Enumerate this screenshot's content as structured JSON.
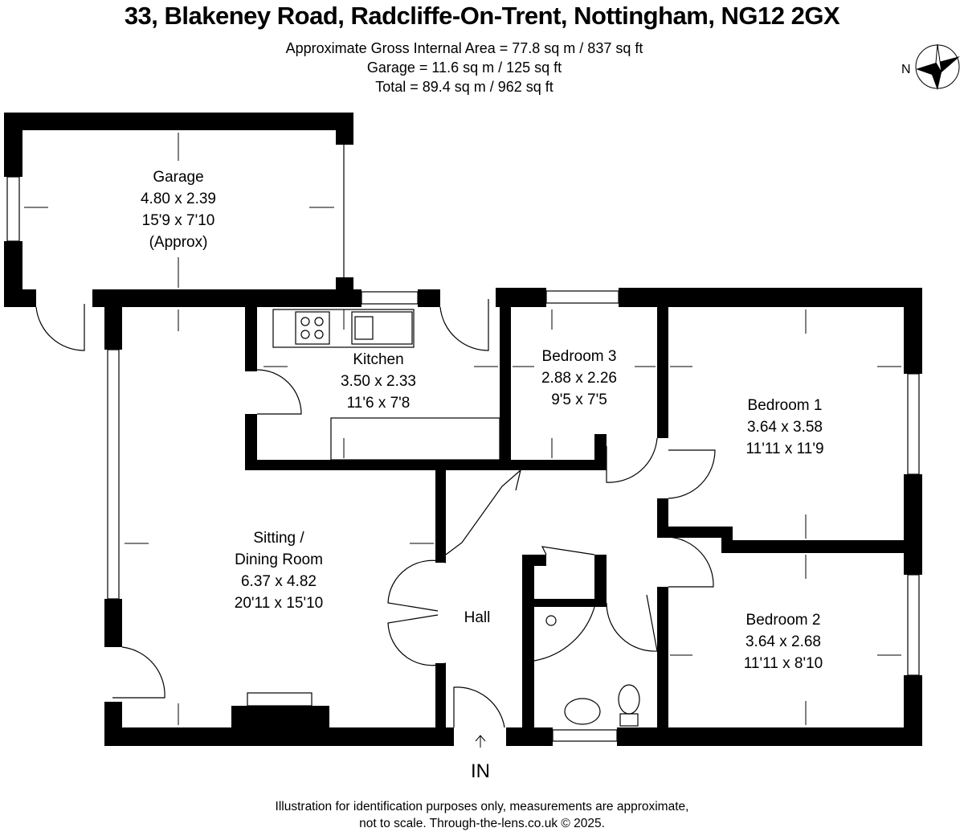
{
  "header": {
    "title": "33, Blakeney Road, Radcliffe-On-Trent, Nottingham, NG12 2GX",
    "areas": [
      "Approximate Gross Internal Area = 77.8 sq m / 837 sq ft",
      "Garage = 11.6 sq m / 125 sq ft",
      "Total = 89.4 sq m / 962 sq ft"
    ],
    "compass_label": "N"
  },
  "rooms": {
    "garage": {
      "name": "Garage",
      "metric": "4.80 x 2.39",
      "imperial": "15'9 x 7'10",
      "note": "(Approx)"
    },
    "kitchen": {
      "name": "Kitchen",
      "metric": "3.50 x 2.33",
      "imperial": "11'6 x 7'8"
    },
    "bedroom3": {
      "name": "Bedroom 3",
      "metric": "2.88 x 2.26",
      "imperial": "9'5 x 7'5"
    },
    "bedroom1": {
      "name": "Bedroom 1",
      "metric": "3.64 x 3.58",
      "imperial": "11'11 x 11'9"
    },
    "sitting": {
      "name1": "Sitting /",
      "name2": "Dining Room",
      "metric": "6.37 x 4.82",
      "imperial": "20'11 x 15'10"
    },
    "hall": {
      "name": "Hall"
    },
    "bedroom2": {
      "name": "Bedroom 2",
      "metric": "3.64 x 2.68",
      "imperial": "11'11 x 8'10"
    }
  },
  "entrance_label": "IN",
  "footer": {
    "line1": "Illustration for identification purposes only, measurements are approximate,",
    "line2": "not to scale. Through-the-lens.co.uk © 2025."
  }
}
